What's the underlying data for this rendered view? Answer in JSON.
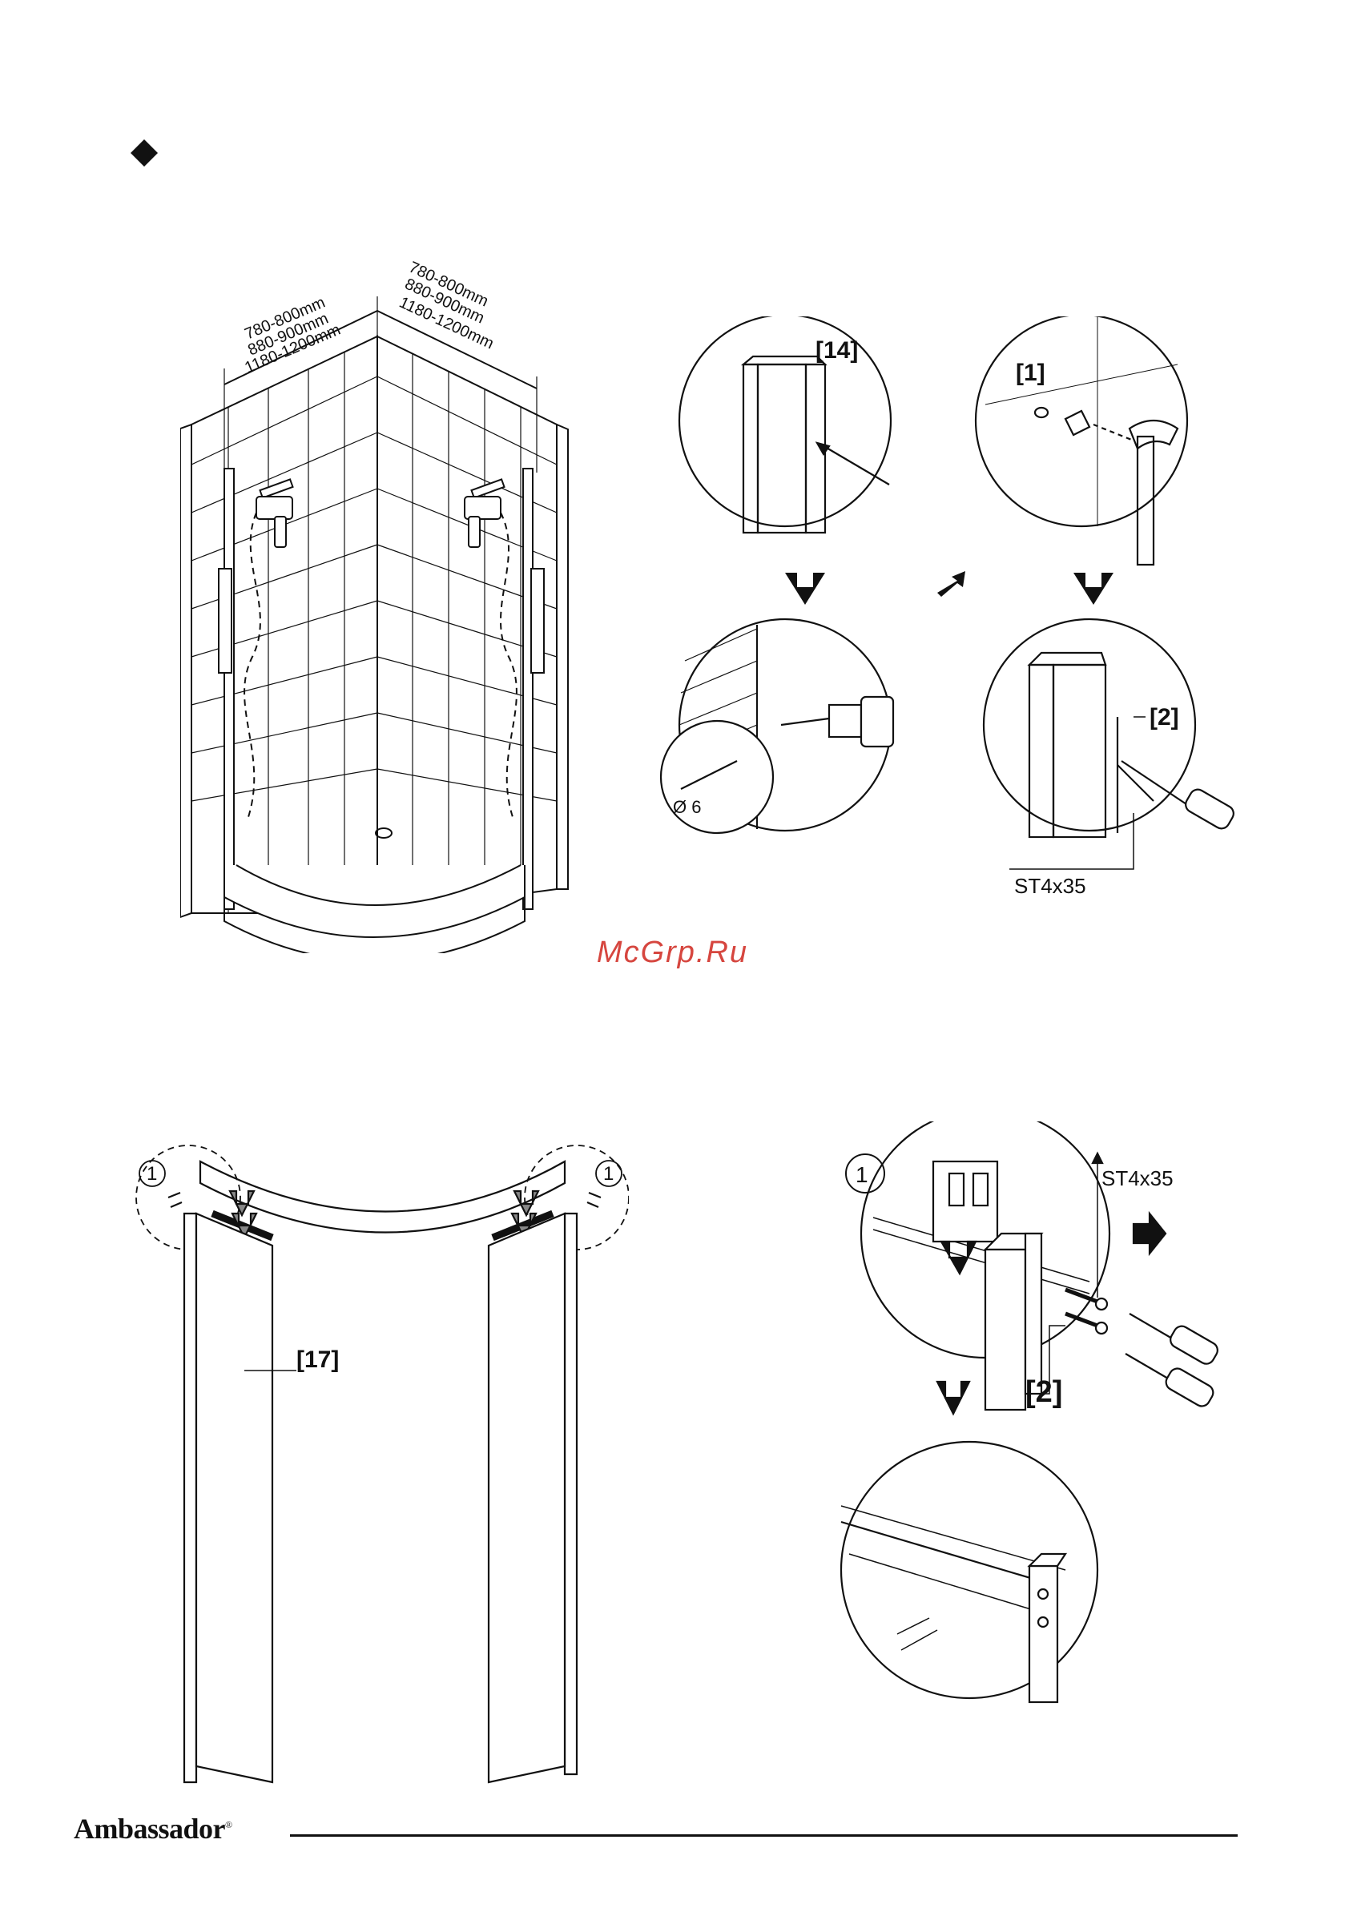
{
  "watermark": "McGrp.Ru",
  "brand": {
    "name": "Ambassador",
    "mark": "®"
  },
  "section1": {
    "dimension_left": [
      "780-800mm",
      "880-900mm",
      "1180-1200mm"
    ],
    "dimension_right": [
      "780-800mm",
      "880-900mm",
      "1180-1200mm"
    ],
    "parts": {
      "profile": "[14]",
      "plug": "[1]",
      "screw": "[2]"
    },
    "drill_size": "Ø 6",
    "screw_spec": "ST4x35"
  },
  "section2": {
    "callout": "1",
    "panel_label": "[17]",
    "screw_spec": "ST4x35",
    "screw_label": "[2]"
  },
  "colors": {
    "ink": "#111111",
    "watermark": "#d6463f",
    "paper": "#ffffff"
  }
}
